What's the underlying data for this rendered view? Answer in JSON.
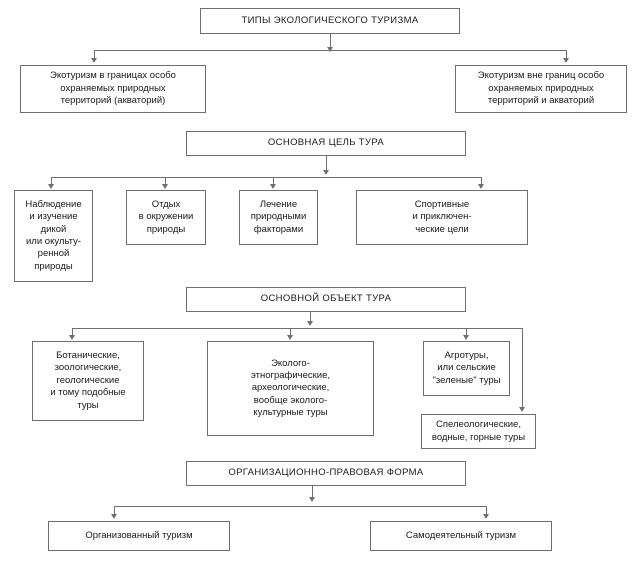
{
  "diagram": {
    "title": "ТИПЫ ЭКОЛОГИЧЕСКОГО ТУРИЗМА",
    "type": "hierarchical-flowchart",
    "language": "ru",
    "colors": {
      "background": "#ffffff",
      "box_border": "#6f6f6f",
      "connector": "#6f6f6f",
      "text": "#1a1a1a"
    },
    "levels": [
      {
        "id": "level-root",
        "kind": "header",
        "nodes": [
          {
            "id": "root",
            "label": "ТИПЫ ЭКОЛОГИЧЕСКОГО ТУРИЗМА"
          }
        ]
      },
      {
        "id": "level-territory",
        "kind": "leaf",
        "nodes": [
          {
            "id": "inside-protected",
            "label": "Экотуризм в границах особо\nохраняемых природных\nтерриторий (акваторий)"
          },
          {
            "id": "outside-protected",
            "label": "Экотуризм вне границ особо\nохраняемых природных\nтерриторий и акваторий"
          }
        ]
      },
      {
        "id": "level-goal",
        "kind": "header",
        "nodes": [
          {
            "id": "main-goal",
            "label": "ОСНОВНАЯ ЦЕЛЬ ТУРА"
          }
        ]
      },
      {
        "id": "level-goal-items",
        "kind": "leaf",
        "nodes": [
          {
            "id": "goal-observation",
            "label": "Наблюдение\nи изучение\nдикой\nили окульту-\nренной\nприроды"
          },
          {
            "id": "goal-rest",
            "label": "Отдых\nв окружении\nприроды"
          },
          {
            "id": "goal-treatment",
            "label": "Лечение\nприродными\nфакторами"
          },
          {
            "id": "goal-sport",
            "label": "Спортивные\nи приключен-\nческие цели"
          }
        ]
      },
      {
        "id": "level-object",
        "kind": "header",
        "nodes": [
          {
            "id": "main-object",
            "label": "ОСНОВНОЙ ОБЪЕКТ ТУРА"
          }
        ]
      },
      {
        "id": "level-object-items",
        "kind": "leaf",
        "nodes": [
          {
            "id": "object-botanical",
            "label": "Ботанические,\nзоологические,\nгеологические\nи тому подобные\nтуры"
          },
          {
            "id": "object-ethnographic",
            "label": "Эколого-\nэтнографические,\nархеологические,\nвообще эколого-\nкультурные туры"
          },
          {
            "id": "object-agro",
            "label": "Агротуры,\nили сельские\n\"зеленые\" туры"
          },
          {
            "id": "object-speleo",
            "label": "Спелеологические,\nводные, горные туры"
          }
        ]
      },
      {
        "id": "level-legal",
        "kind": "header",
        "nodes": [
          {
            "id": "legal-form",
            "label": "ОРГАНИЗАЦИОННО-ПРАВОВАЯ ФОРМА"
          }
        ]
      },
      {
        "id": "level-legal-items",
        "kind": "leaf",
        "nodes": [
          {
            "id": "organized-tourism",
            "label": "Организованный туризм"
          },
          {
            "id": "independent-tourism",
            "label": "Самодеятельный туризм"
          }
        ]
      }
    ]
  }
}
